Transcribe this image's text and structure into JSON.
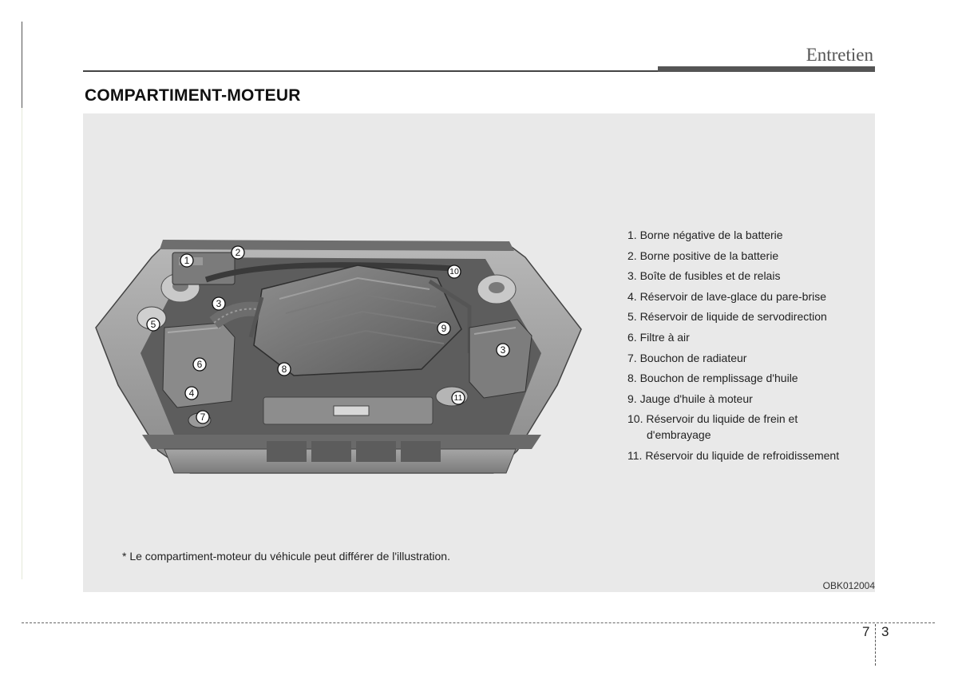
{
  "header": {
    "section": "Entretien"
  },
  "title": "COMPARTIMENT-MOTEUR",
  "legend": [
    "1. Borne négative de la batterie",
    "2. Borne positive de la batterie",
    "3. Boîte de fusibles et de relais",
    "4. Réservoir de lave-glace du pare-brise",
    "5. Réservoir de liquide de servodirection",
    "6. Filtre à air",
    "7. Bouchon de radiateur",
    "8. Bouchon de remplissage d'huile",
    "9. Jauge d'huile à moteur",
    "10. Réservoir du liquide de frein et",
    "d'embrayage",
    "11. Réservoir du liquide de refroidissement"
  ],
  "callouts": [
    "1",
    "2",
    "3",
    "4",
    "5",
    "6",
    "7",
    "8",
    "9",
    "10",
    "11",
    "3"
  ],
  "note": "* Le compartiment-moteur du véhicule peut différer de l'illustration.",
  "figure_code": "OBK012004",
  "footer": {
    "chapter": "7",
    "page": "3"
  }
}
